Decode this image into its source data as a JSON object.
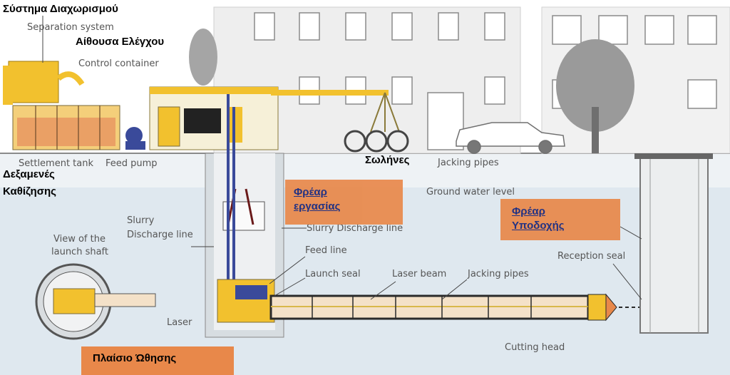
{
  "greek_labels": {
    "separation_system": "Σύστημα Διαχωρισμού",
    "control_room": "Αίθουσα Ελέγχου",
    "pipes": "Σωλήνες",
    "settlement_tank_line1": "Δεξαμενές",
    "settlement_tank_line2": "Καθίζησης",
    "jacking_frame": "Πλαίσιο Ώθησης"
  },
  "link_boxes": {
    "work_shaft_line1": "Φρέαρ",
    "work_shaft_line2": "εργασίας",
    "reception_shaft_line1": "Φρέαρ",
    "reception_shaft_line2": "Υποδοχής"
  },
  "english_labels": {
    "separation_system": "Separation system",
    "control_container": "Control container",
    "settlement_tank": "Settlement tank",
    "feed_pump": "Feed pump",
    "jacking_pipes_top": "Jacking pipes",
    "ground_water_level": "Ground water level",
    "slurry_discharge_left_1": "Slurry",
    "slurry_discharge_left_2": "Discharge line",
    "slurry_discharge_right": "Slurry Discharge line",
    "view_launch_1": "View of the",
    "view_launch_2": "launch shaft",
    "feed_line": "Feed line",
    "launch_seal": "Launch seal",
    "laser_beam": "Laser beam",
    "jacking_pipes_bottom": "Jacking pipes",
    "reception_seal": "Reception seal",
    "laser": "Laser",
    "cutting_head": "Cutting head"
  },
  "colors": {
    "sky": "#ffffff",
    "ground_water": "#dbe6ee",
    "building": "#ececec",
    "machinery_yellow": "#f2c12e",
    "orange_box": "#e8884a",
    "pipe_blue": "#3a4a9a",
    "link_text": "#13237a"
  }
}
